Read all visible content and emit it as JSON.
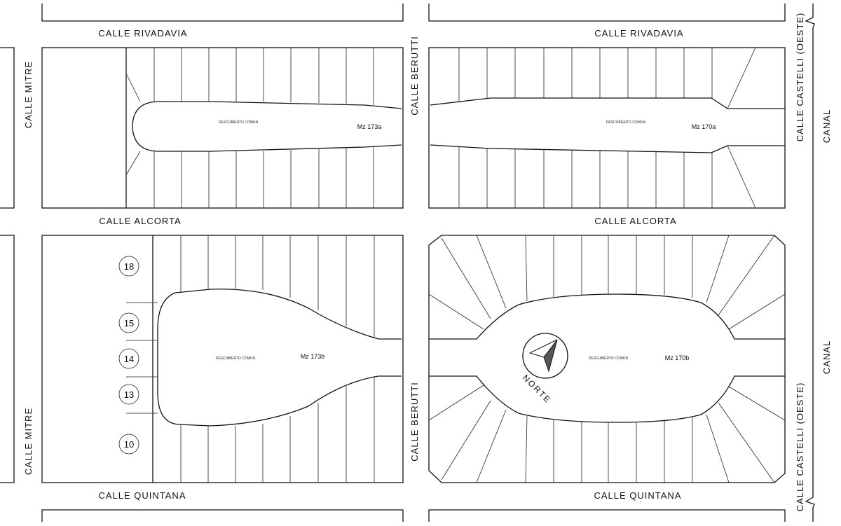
{
  "streets": {
    "rivadavia_left": "CALLE RIVADAVIA",
    "rivadavia_right": "CALLE RIVADAVIA",
    "alcorta_left": "CALLE ALCORTA",
    "alcorta_right": "CALLE ALCORTA",
    "quintana_left": "CALLE QUINTANA",
    "quintana_right": "CALLE QUINTANA",
    "mitre_top": "CALLE MITRE",
    "mitre_bottom": "CALLE MITRE",
    "berutti_top": "CALLE BERUTTI",
    "berutti_bottom": "CALLE BERUTTI",
    "castelli_top": "CALLE CASTELLI (OESTE)",
    "castelli_bottom": "CALLE CASTELLI (OESTE)",
    "canal_top": "CANAL",
    "canal_bottom": "CANAL"
  },
  "blocks": {
    "b173a": {
      "name": "Mz 173a",
      "common": "DESCUBIERTO COMUN"
    },
    "b170a": {
      "name": "Mz 170a",
      "common": "DESCUBIERTO COMUN"
    },
    "b173b": {
      "name": "Mz 173b",
      "common": "DESCUBIERTO COMUN"
    },
    "b170b": {
      "name": "Mz 170b",
      "common": "DESCUBIERTO COMUN"
    }
  },
  "lot_markers": [
    "18",
    "15",
    "14",
    "13",
    "10"
  ],
  "compass": {
    "label": "NORTE"
  },
  "colors": {
    "line": "#111111",
    "background": "#ffffff",
    "compass_fill": "#555555"
  }
}
